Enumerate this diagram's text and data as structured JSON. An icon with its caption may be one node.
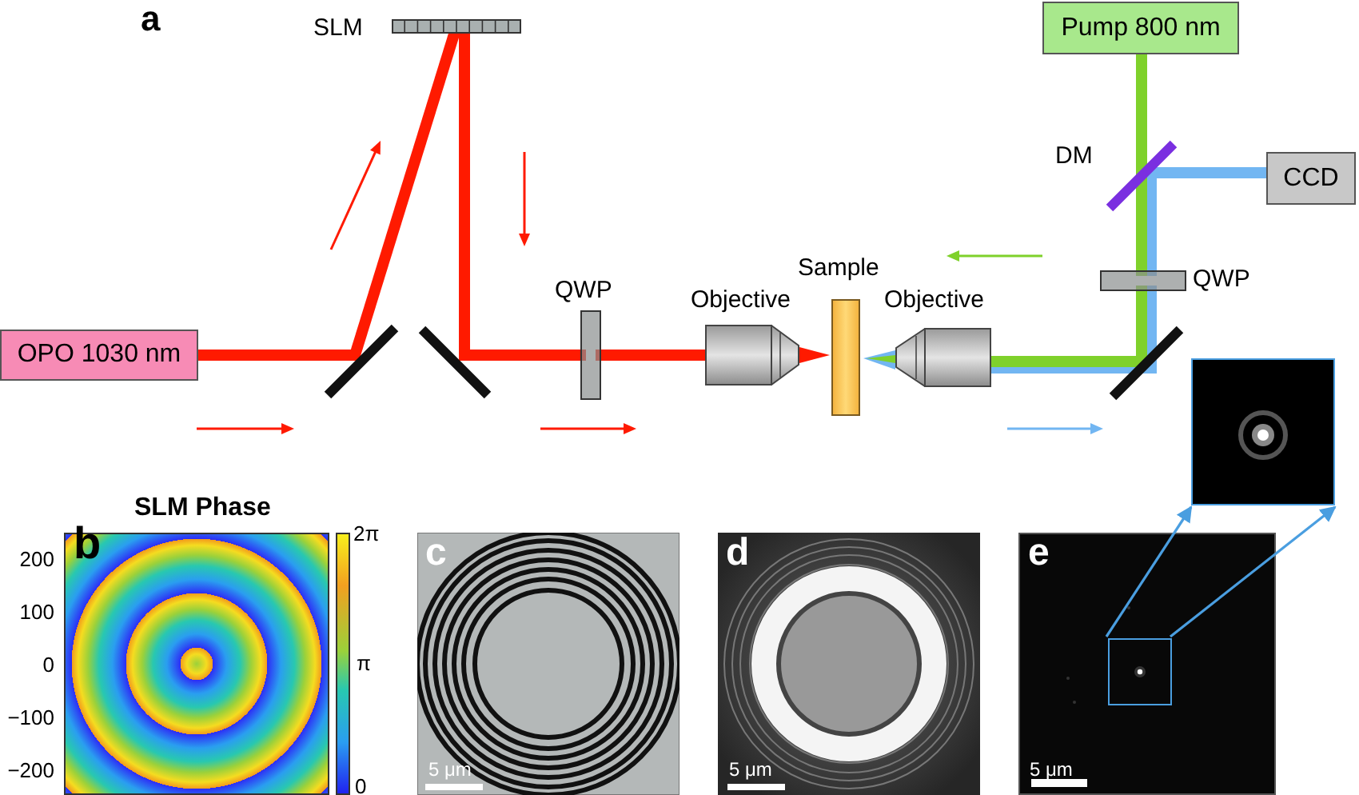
{
  "diagram": {
    "nodes": [
      {
        "text": [
          "OPO 1030 nm"
        ]
      },
      {
        "text": [
          "SLM"
        ]
      },
      {
        "text": [],
        "shape": "bar"
      },
      {
        "text": [],
        "shape": "bar"
      },
      {
        "text": [
          "QWP"
        ]
      },
      {
        "text": [
          "Objective"
        ]
      },
      {
        "text": [
          "Sample"
        ]
      },
      {
        "text": [
          "Objective"
        ]
      },
      {
        "text": [
          "Pump 800 nm"
        ]
      },
      {
        "text": [
          "DM"
        ]
      },
      {
        "text": [
          "CCD"
        ]
      },
      {
        "text": [
          "QWP"
        ]
      },
      {
        "text": [],
        "shape": "bar"
      },
      {
        "text": [],
        "shape": "picture"
      },
      {
        "text": [],
        "shape": "picture"
      },
      {
        "text": [],
        "shape": "box",
        "in": 14
      }
    ],
    "edges": [
      {
        "from": 0,
        "to": 2,
        "arrow": "none",
        "color": "#ff1a00"
      },
      {
        "from": 2,
        "to": 1,
        "arrow": "none",
        "color": "#ff1a00"
      },
      {
        "from": 1,
        "to": 3,
        "arrow": "none",
        "color": "#ff1a00"
      },
      {
        "from": 3,
        "to": 4,
        "arrow": "none",
        "color": "#ff1a00"
      },
      {
        "from": 4,
        "to": 5,
        "arrow": "none",
        "color": "#ff1a00"
      },
      {
        "from": 7,
        "to": 12,
        "arrow": "none",
        "color": "#7fd12b"
      },
      {
        "from": 7,
        "to": 12,
        "arrow": "none",
        "color": "#72b6f2"
      },
      {
        "from": 12,
        "to": 11,
        "arrow": "none",
        "color": "#7fd12b"
      },
      {
        "from": 12,
        "to": 11,
        "arrow": "none",
        "color": "#72b6f2"
      },
      {
        "from": 11,
        "to": 9,
        "arrow": "none",
        "color": "#7fd12b"
      },
      {
        "from": 11,
        "to": 9,
        "arrow": "none",
        "color": "#72b6f2"
      },
      {
        "from": 9,
        "to": 8,
        "arrow": "none",
        "color": "#7fd12b"
      },
      {
        "from": 9,
        "to": 10,
        "arrow": "none",
        "color": "#72b6f2"
      },
      {
        "from": 15,
        "to": 13,
        "arrow": "to",
        "color": "#4a9ee0"
      },
      {
        "from": 15,
        "to": 13,
        "arrow": "to",
        "color": "#4a9ee0"
      }
    ],
    "labels": [
      "a",
      "SLM Phase",
      "2π",
      "200",
      "b",
      "c",
      "d",
      "e",
      "100",
      "π",
      "0",
      "−100",
      "−200",
      "0",
      "5 μm",
      "5 μm",
      "5 μm"
    ]
  }
}
